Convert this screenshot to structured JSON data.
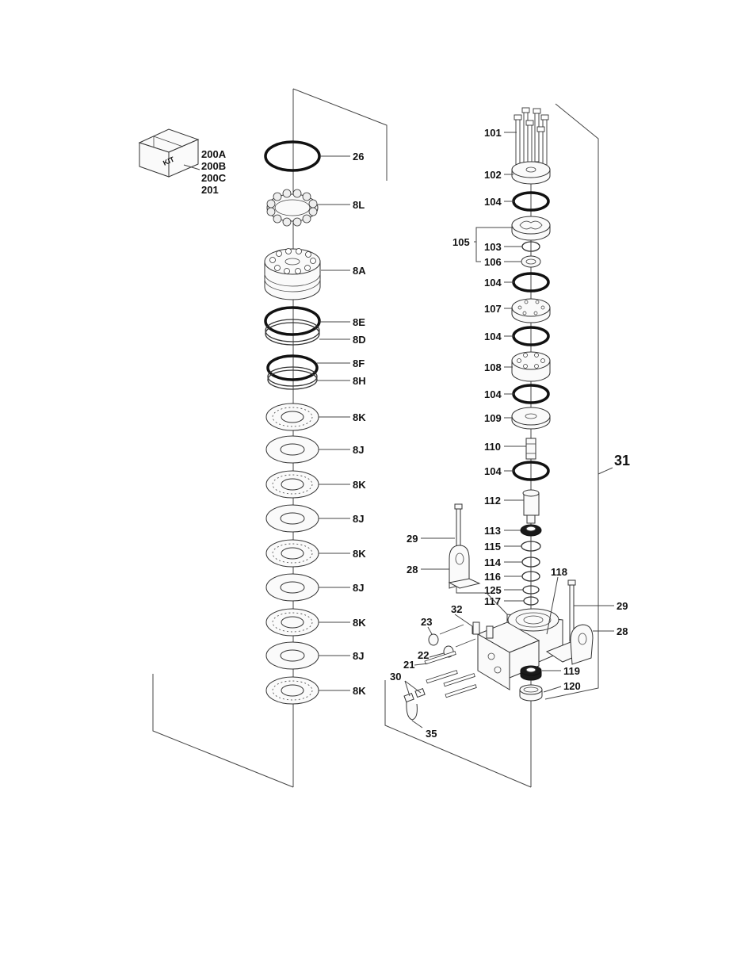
{
  "diagram": {
    "kit_text": "KIT",
    "kit_labels": [
      "200A",
      "200B",
      "200C",
      "201"
    ],
    "assembly_label": "31",
    "left_stack_labels": [
      "26",
      "8L",
      "8A",
      "8E",
      "8D",
      "8F",
      "8H",
      "8K",
      "8J",
      "8K",
      "8J",
      "8K",
      "8J",
      "8K",
      "8J",
      "8K"
    ],
    "right_stack_labels": [
      "101",
      "102",
      "104",
      "105",
      "103",
      "106",
      "104",
      "107",
      "104",
      "108",
      "104",
      "109",
      "110",
      "104",
      "112",
      "113",
      "115",
      "114",
      "116",
      "125",
      "117",
      "119",
      "120"
    ],
    "base_labels": [
      "29",
      "28",
      "118",
      "29",
      "28",
      "32",
      "23",
      "22",
      "21",
      "30",
      "35"
    ]
  }
}
